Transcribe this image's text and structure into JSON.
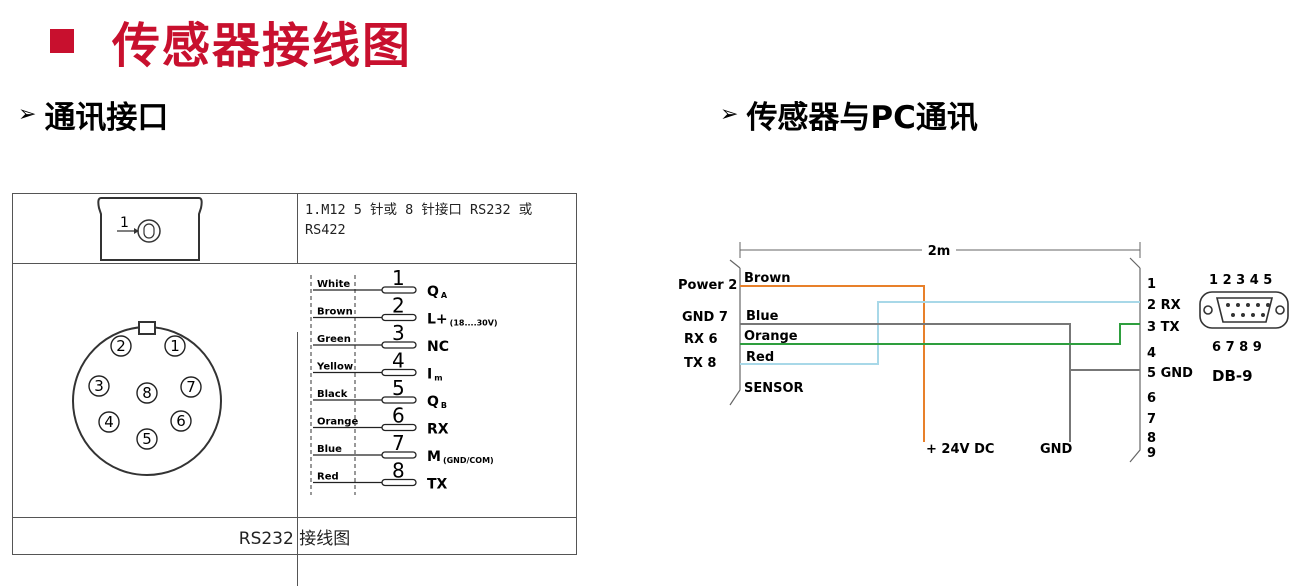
{
  "page": {
    "title": "传感器接线图"
  },
  "left_section": {
    "heading_arrow": "➢",
    "heading": "通讯接口",
    "connector_description": "1.M12  5 针或 8 针接口  RS232 或 RS422",
    "connector_label_1": "1",
    "pin_numbers": [
      "1",
      "2",
      "3",
      "4",
      "5",
      "6",
      "7",
      "8"
    ],
    "wires": [
      {
        "color_name": "White",
        "pin": "1",
        "signal": "Q",
        "sub": "A"
      },
      {
        "color_name": "Brown",
        "pin": "2",
        "signal": "L+",
        "sub": "(18....30V)"
      },
      {
        "color_name": "Green",
        "pin": "3",
        "signal": "NC",
        "sub": ""
      },
      {
        "color_name": "Yellow",
        "pin": "4",
        "signal": "I",
        "sub": "m"
      },
      {
        "color_name": "Black",
        "pin": "5",
        "signal": "Q",
        "sub": "B"
      },
      {
        "color_name": "Orange",
        "pin": "6",
        "signal": "RX",
        "sub": ""
      },
      {
        "color_name": "Blue",
        "pin": "7",
        "signal": "M",
        "sub": "(GND/COM)"
      },
      {
        "color_name": "Red",
        "pin": "8",
        "signal": "TX",
        "sub": ""
      }
    ],
    "caption": "RS232  接线图"
  },
  "right_section": {
    "heading_arrow": "➢",
    "heading": "传感器与PC通讯",
    "cable_length": "2m",
    "sensor_pins": [
      {
        "label": "Power 2"
      },
      {
        "label": "GND  7"
      },
      {
        "label": "RX   6"
      },
      {
        "label": "TX   8"
      }
    ],
    "wire_labels": [
      "Brown",
      "Blue",
      "Orange",
      "Red"
    ],
    "sensor_label": "SENSOR",
    "db9_pins": [
      "1",
      "2 RX",
      "3 TX",
      "4",
      "5 GND",
      "6",
      "7",
      "8",
      "9"
    ],
    "db9_top_numbers": "1 2 3 4 5",
    "db9_bottom_numbers": "6 7 8 9",
    "db9_label": "DB-9",
    "power_label": "+ 24V DC",
    "gnd_label": "GND",
    "colors": {
      "brown_wire": "#e8802a",
      "blue_wire": "#a8d8e8",
      "orange_wire": "#2e9e3e",
      "red_wire": "#a8d8e8",
      "gnd_wire": "#777777"
    }
  }
}
